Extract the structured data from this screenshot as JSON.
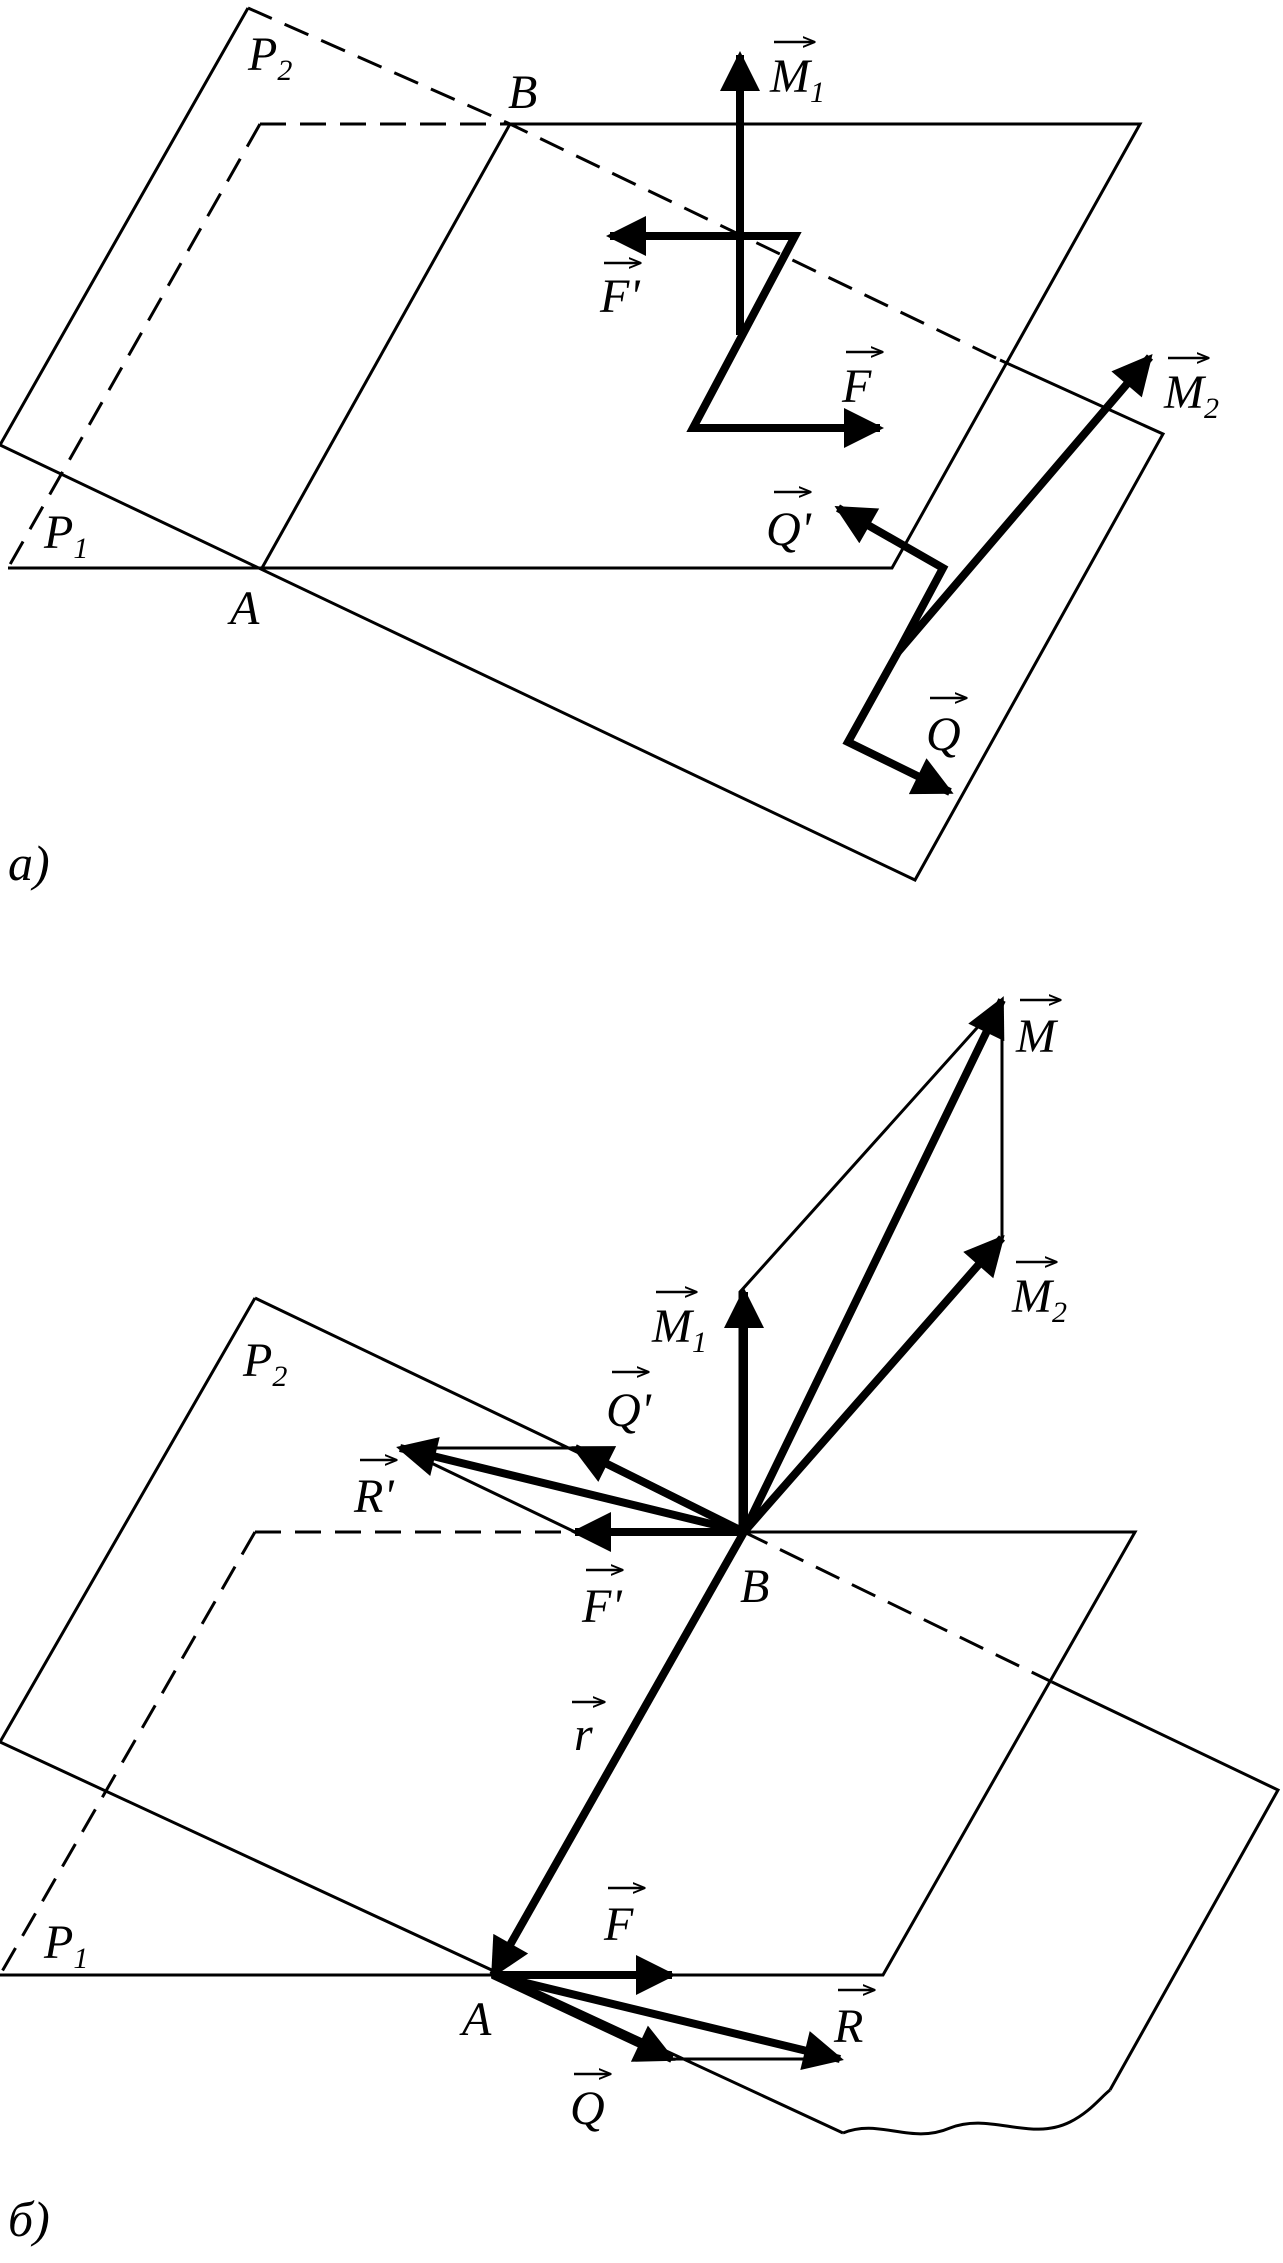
{
  "part_a": {
    "caption": "а)",
    "labels": {
      "P2": "P",
      "P2_sub": "2",
      "P1": "P",
      "P1_sub": "1",
      "A": "A",
      "B": "B",
      "M1": "M",
      "M1_sub": "1",
      "M2": "M",
      "M2_sub": "2",
      "F": "F",
      "F_prime": "F'",
      "Q": "Q",
      "Q_prime": "Q'"
    }
  },
  "part_b": {
    "caption": "б)",
    "labels": {
      "P2": "P",
      "P2_sub": "2",
      "P1": "P",
      "P1_sub": "1",
      "A": "A",
      "B": "B",
      "M": "M",
      "M1": "M",
      "M1_sub": "1",
      "M2": "M",
      "M2_sub": "2",
      "F": "F",
      "F_prime": "F'",
      "Q": "Q",
      "Q_prime": "Q'",
      "R": "R",
      "R_prime": "R'",
      "r": "r"
    }
  }
}
